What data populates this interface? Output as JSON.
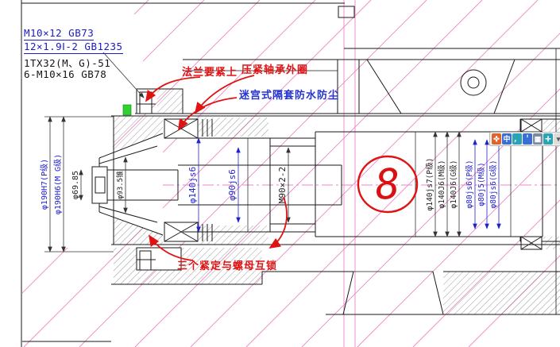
{
  "colors": {
    "drawing_black": "#1a1a1a",
    "dim_blue": "#2222cc",
    "note_blue": "#1a1acb",
    "annotation_red": "#e01212",
    "construction_pink": "#ee86c6",
    "highlight_green": "#2fd32f",
    "background": "#ffffff"
  },
  "notes": {
    "line1": "M10×12 GB73",
    "line2": "12×1.9Ⅰ-2 GB1235",
    "line3": "1TX32(M、G)-51",
    "line4": "6-M10×16 GB78"
  },
  "annotations": {
    "flange": "法兰要紧上",
    "bearing": "压紧轴承外圈",
    "labyrinth": "迷宫式隔套防水防尘",
    "lock": "三个紧定与螺母互锁",
    "detail_number": "8"
  },
  "dimensions": {
    "d190_p": "φ190H7(P级)",
    "d190_mg": "φ190H6(M G级)",
    "taper": "φ69.85",
    "flange_dia": "φ93.5锥",
    "d140_mid": "φ140js6",
    "d90": "φ90js6",
    "thread": "M90×2-2",
    "d140_p": "φ140js7(P级)",
    "d140_m": "φ140J6(M级)",
    "d140_g": "φ140J6(G级)",
    "d80_p": "φ80js6(P级)",
    "d80_m": "φ80j5(M级)",
    "d80_g": "φ80js6(G级)"
  },
  "toolbar": {
    "icons": [
      {
        "glyph": "✜"
      },
      {
        "glyph": "中"
      },
      {
        "glyph": "，"
      },
      {
        "glyph": "＇"
      },
      {
        "glyph": "▦"
      },
      {
        "glyph": "✛"
      },
      {
        "glyph": "▾"
      }
    ]
  }
}
